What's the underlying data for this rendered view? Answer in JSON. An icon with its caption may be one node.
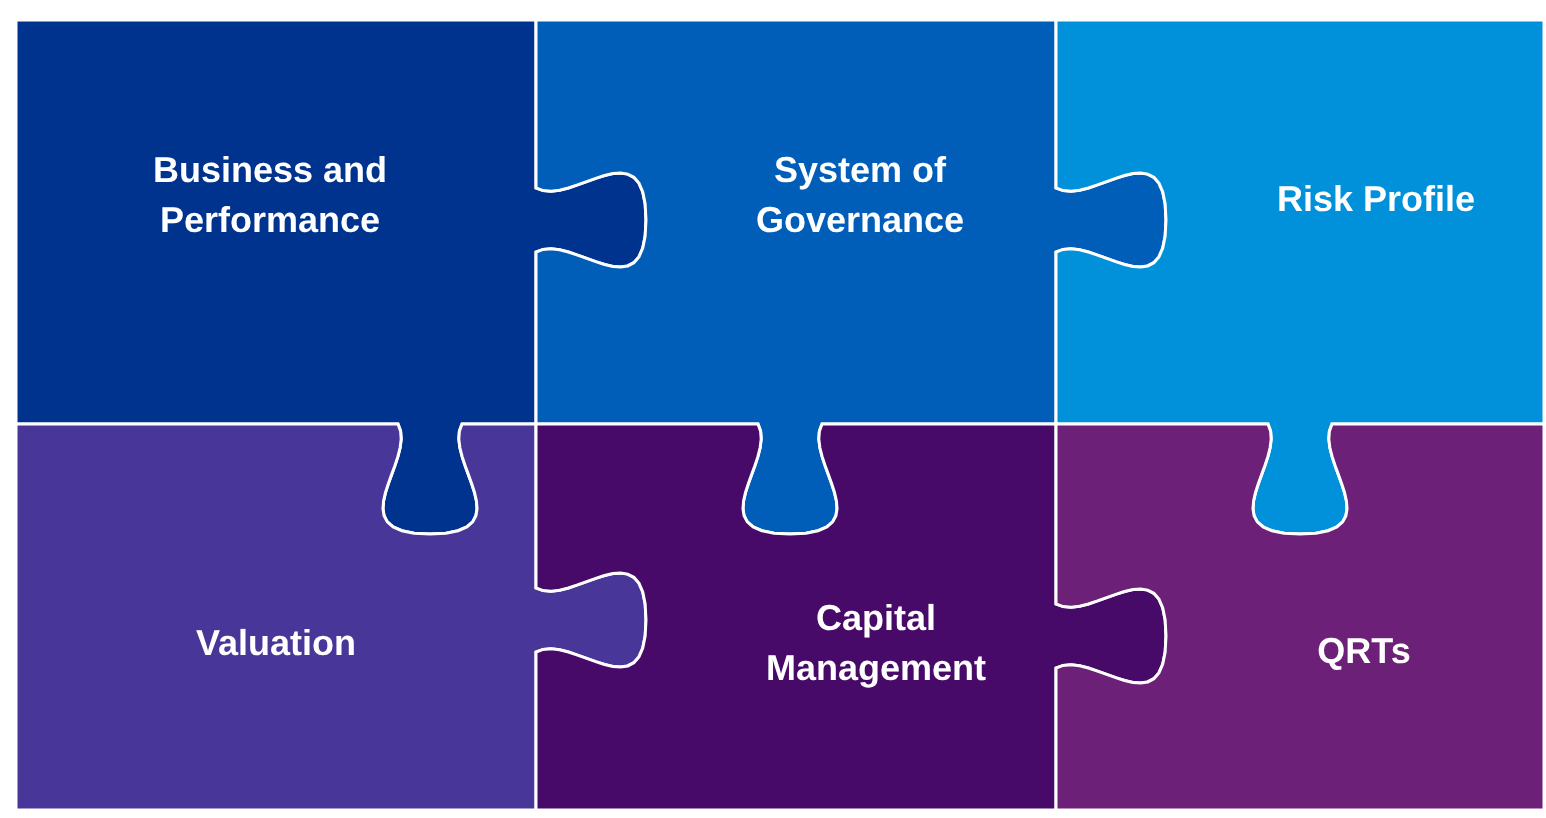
{
  "diagram": {
    "nodes": [
      {
        "text": [
          "Business and Performance"
        ]
      },
      {
        "text": [
          "System of Governance"
        ]
      },
      {
        "text": [
          "Risk Profile"
        ]
      },
      {
        "text": [
          "Valuation"
        ]
      },
      {
        "text": [
          "Capital Management"
        ]
      },
      {
        "text": [
          "QRTs"
        ]
      }
    ]
  }
}
